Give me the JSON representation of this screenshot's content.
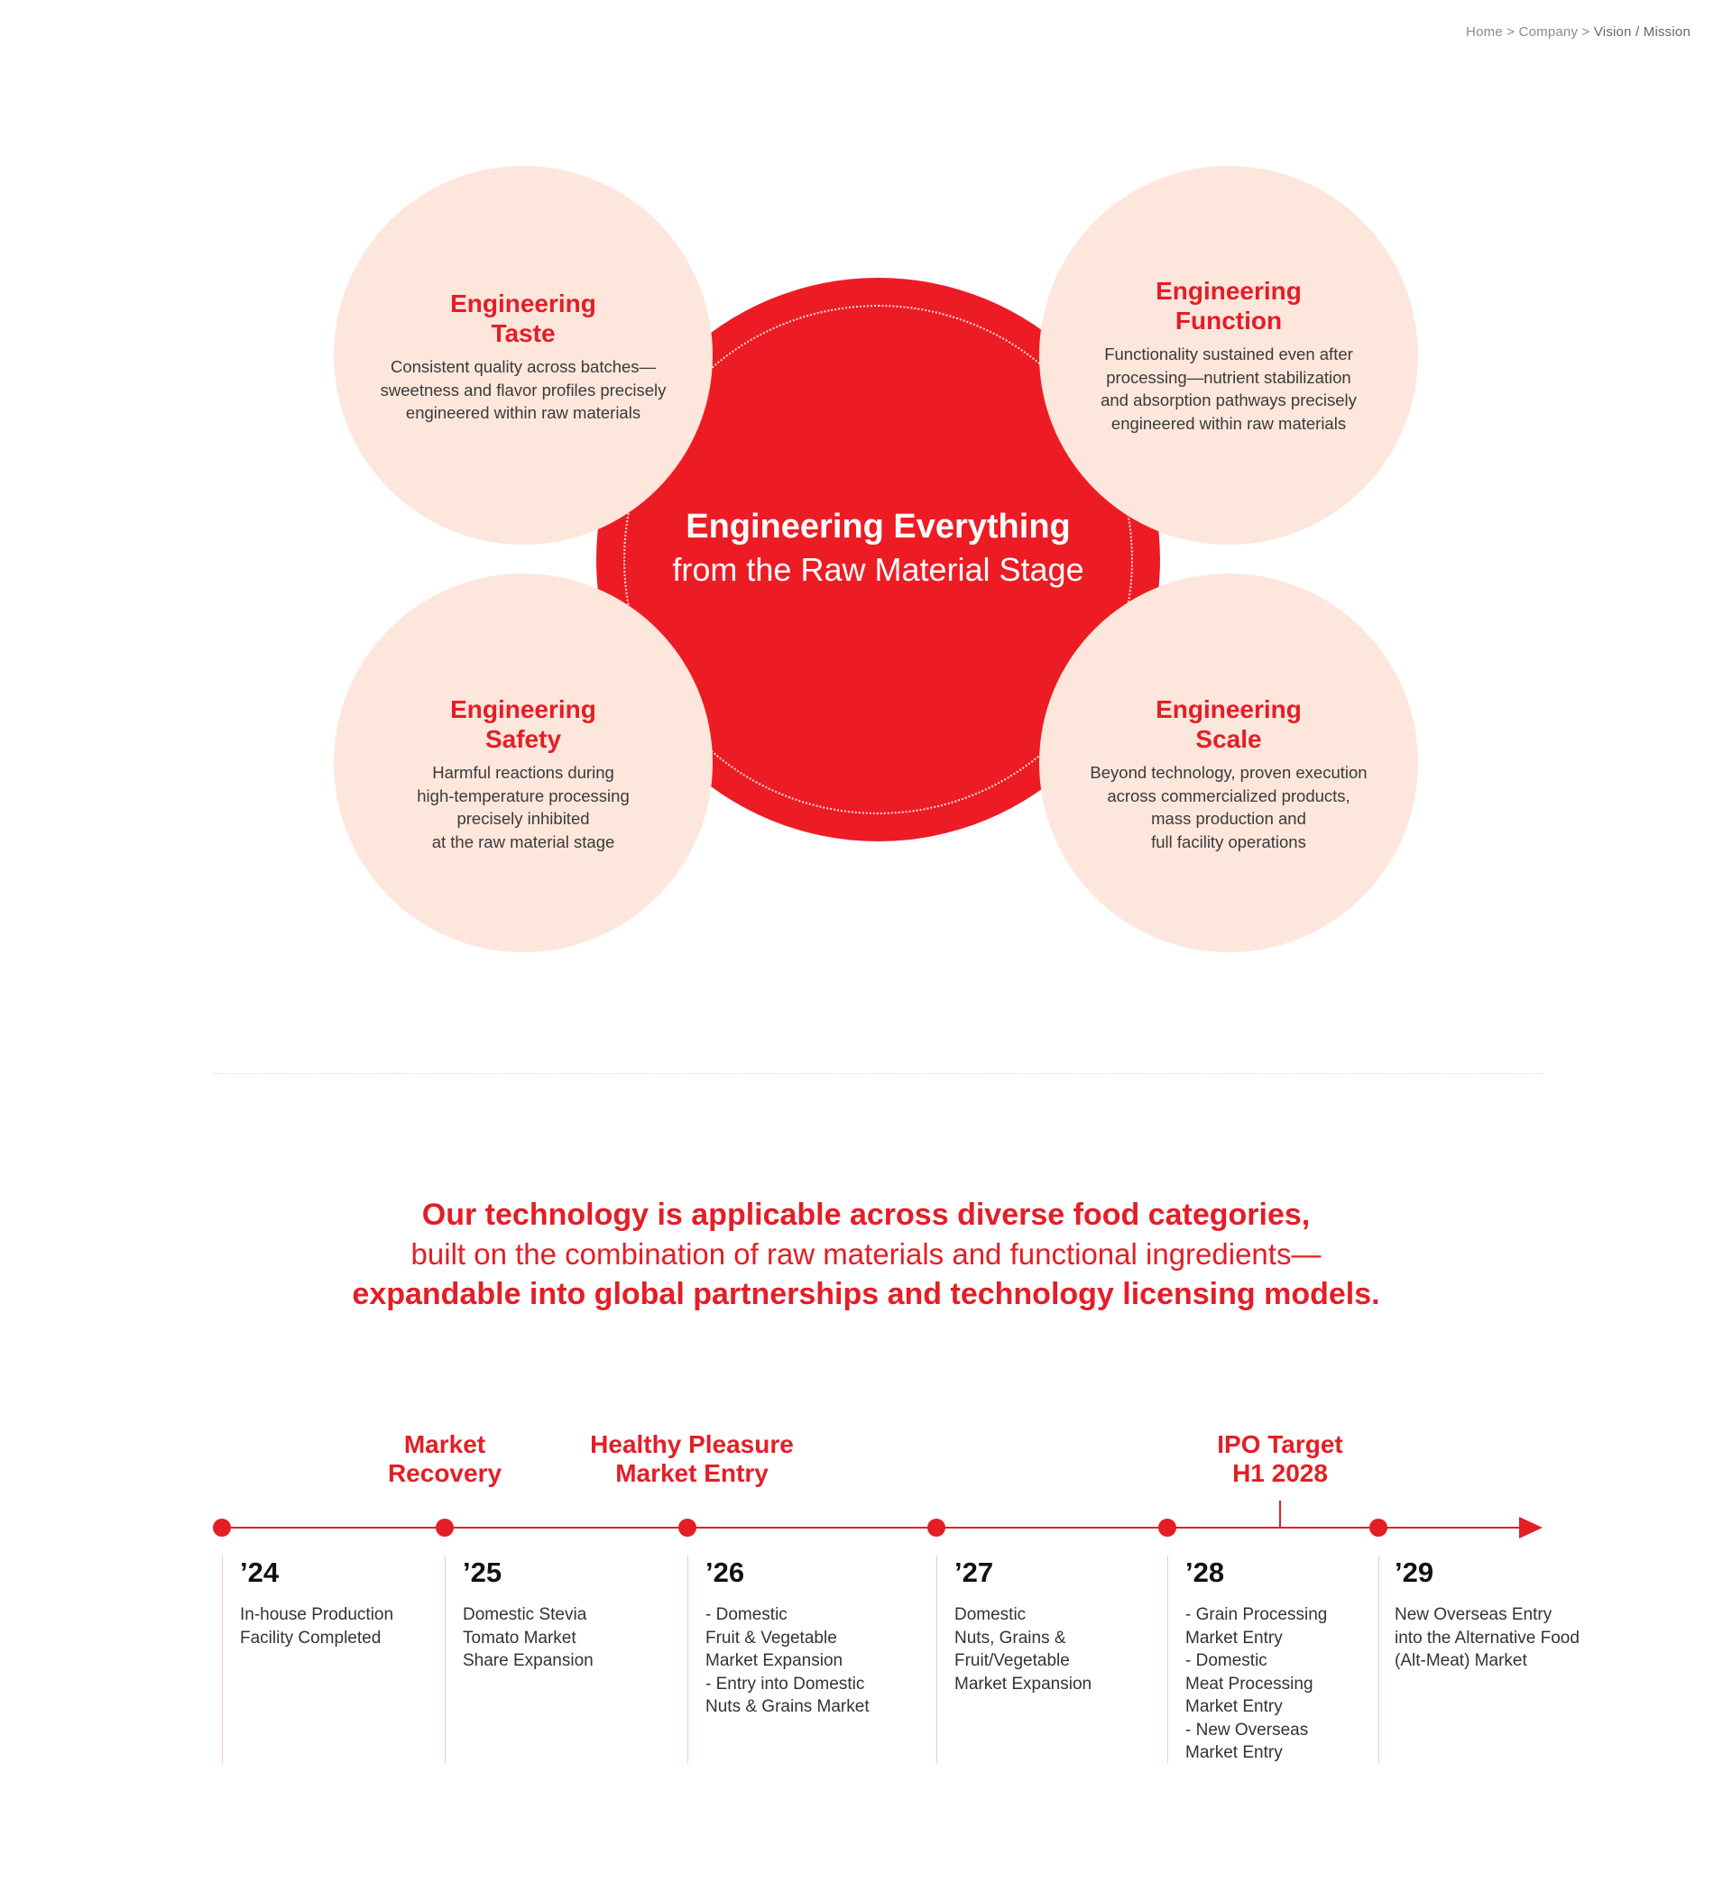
{
  "breadcrumb": {
    "home": "Home",
    "sep1": " > ",
    "company": "Company",
    "sep2": " > ",
    "current": "Vision / Mission"
  },
  "diagram": {
    "center": {
      "title": "Engineering Everything",
      "subtitle": "from the Raw Material Stage"
    },
    "petals": [
      {
        "title_1": "Engineering",
        "title_2": "Taste",
        "description": "Consistent quality across batches—\nsweetness and flavor profiles precisely\nengineered within raw materials"
      },
      {
        "title_1": "Engineering",
        "title_2": "Function",
        "description": "Functionality sustained even after\nprocessing—nutrient stabilization\nand absorption pathways precisely\nengineered within raw materials"
      },
      {
        "title_1": "Engineering",
        "title_2": "Safety",
        "description": "Harmful reactions during\nhigh-temperature processing\nprecisely inhibited\nat the raw material stage"
      },
      {
        "title_1": "Engineering",
        "title_2": "Scale",
        "description": "Beyond technology, proven execution\nacross commercialized products,\nmass production and\nfull facility operations"
      }
    ],
    "colors": {
      "accent": "#ed1c24",
      "petal": "#fde6dc"
    }
  },
  "headline": {
    "line1": "Our technology is applicable across diverse food categories,",
    "line2": "built on the combination of raw materials and functional ingredients—",
    "line3": "expandable into global partnerships and technology licensing models."
  },
  "timeline": {
    "milestones": [
      {
        "line1": "Market",
        "line2": "Recovery"
      },
      {
        "line1": "Healthy Pleasure",
        "line2": "Market Entry"
      },
      {
        "line1": "IPO Target",
        "line2": "H1 2028"
      }
    ],
    "years": [
      {
        "year": "’24",
        "description": "In-house Production\nFacility Completed"
      },
      {
        "year": "’25",
        "description": "Domestic Stevia\nTomato Market\nShare Expansion"
      },
      {
        "year": "’26",
        "description": "- Domestic\n   Fruit & Vegetable\n   Market Expansion\n- Entry into Domestic\n   Nuts & Grains Market"
      },
      {
        "year": "’27",
        "description": "Domestic\nNuts, Grains &\nFruit/Vegetable\nMarket Expansion"
      },
      {
        "year": "’28",
        "description": "- Grain Processing\n   Market Entry\n- Domestic\n   Meat Processing\n   Market Entry\n- New Overseas\n   Market Entry"
      },
      {
        "year": "’29",
        "description": "New Overseas Entry\ninto the Alternative Food\n(Alt-Meat) Market"
      }
    ]
  }
}
